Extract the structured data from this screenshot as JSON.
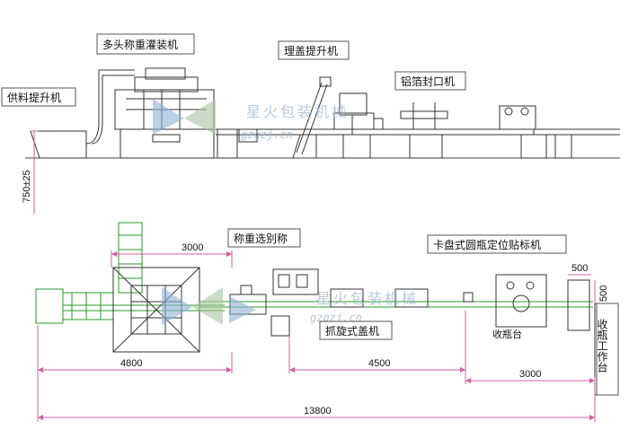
{
  "labels": {
    "feeder_elevator": "供料提升机",
    "multihead_filler": "多头称重灌装机",
    "cap_elevator": "理盖提升机",
    "foil_sealer": "铝箔封口机",
    "check_weigher": "称重选别称",
    "round_labeler": "卡盘式圆瓶定位贴标机",
    "capping_machine": "抓旋式盖机",
    "collect_table": "收瓶工作台",
    "collect_table_small": "收瓶台"
  },
  "dimensions": {
    "height_line": "750±25",
    "width_3000_top": "3000",
    "d_500_top": "500",
    "d_500_side": "500",
    "d_4800": "4800",
    "d_4500": "4500",
    "d_3000_bottom": "3000",
    "d_13800": "13800"
  },
  "watermark": {
    "text": "星火包装机械",
    "url": "gzgzj.cn"
  },
  "colors": {
    "machine_line": "#333333",
    "dimension": "#d65ca0",
    "conveyor_green": "#2a9a2a",
    "watermark": "#9fb7cf"
  }
}
